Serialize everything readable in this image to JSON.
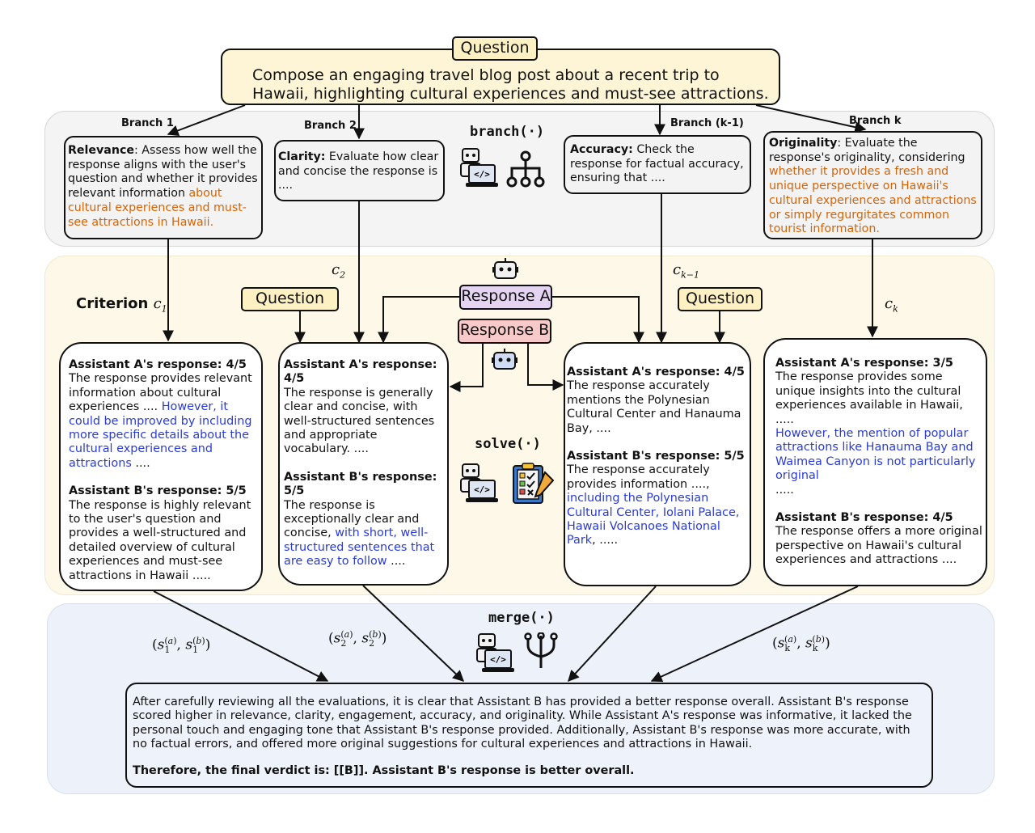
{
  "question_tag": "Question",
  "question": "Compose an engaging travel blog post about a recent trip to Hawaii, highlighting cultural experiences and must-see attractions.",
  "branch": {
    "function_label": "branch(·)",
    "labels": [
      "Branch 1",
      "Branch 2",
      "Branch (k-1)",
      "Branch k"
    ],
    "criteria": [
      {
        "name": "Relevance",
        "text": ": Assess how well the response aligns with the user's question and whether it provides relevant information ",
        "highlight": "about cultural experiences and must-see attractions in Hawaii."
      },
      {
        "name": "Clarity:",
        "text": " Evaluate how clear and concise the response is ....",
        "highlight": ""
      },
      {
        "name": "Accuracy:",
        "text": " Check the response for factual accuracy, ensuring that ....",
        "highlight": ""
      },
      {
        "name": "Originality",
        "text": ": Evaluate the response's originality, considering ",
        "highlight": "whether it provides a fresh and unique perspective on Hawaii's cultural experiences and attractions or simply regurgitates common tourist information."
      }
    ]
  },
  "solve": {
    "function_label": "solve(·)",
    "criterion_title": "Criterion",
    "c_labels": [
      "c",
      "c",
      "c",
      "c"
    ],
    "c_subs": [
      "1",
      "2",
      "k−1",
      "k"
    ],
    "question_tag": "Question",
    "response_a": "Response A",
    "response_b": "Response B",
    "boxes": [
      {
        "a_head": "Assistant A's response: 4/5",
        "a_text": "The response provides relevant information about cultural experiences .... ",
        "a_hl": "However, it could be improved by including more specific details about the cultural experiences and attractions",
        "a_tail": " ....",
        "b_head": "Assistant B's response: 5/5",
        "b_text": "The response is highly relevant to the user's question and provides a well-structured and detailed overview of cultural experiences and must-see attractions in Hawaii .....",
        "b_hl": "",
        "b_tail": ""
      },
      {
        "a_head": "Assistant A's response: 4/5",
        "a_text": "The response is generally clear and concise, with well-structured sentences and appropriate vocabulary. ....",
        "a_hl": "",
        "a_tail": "",
        "b_head": "Assistant B's response: 5/5",
        "b_text": "The response is exceptionally clear and concise, ",
        "b_hl": "with short, well-structured sentences that are easy to follow",
        "b_tail": " ...."
      },
      {
        "a_head": "Assistant A's response: 4/5",
        "a_text": "The response accurately mentions the Polynesian Cultural Center and Hanauma Bay, ....",
        "a_hl": "",
        "a_tail": "",
        "b_head": "Assistant B's response: 5/5",
        "b_text": "The response accurately provides information ...., ",
        "b_hl": "including the Polynesian Cultural Center, Iolani Palace, Hawaii Volcanoes National Park",
        "b_tail": ", ....."
      },
      {
        "a_head": "Assistant A's response: 3/5",
        "a_text": "The response provides some unique insights into the cultural experiences available in Hawaii, .....",
        "a_hl": "However, the mention of popular attractions like Hanauma Bay and Waimea Canyon is not particularly original",
        "a_tail": ".....",
        "b_head": "Assistant B's response: 4/5",
        "b_text": "The response offers a more original perspective on Hawaii's cultural experiences and attractions ....",
        "b_hl": "",
        "b_tail": ""
      }
    ]
  },
  "merge": {
    "function_label": "merge(·)",
    "score_subs": [
      "1",
      "2",
      "k"
    ],
    "final_text": "After carefully reviewing all the evaluations, it is clear that Assistant B has provided a better response overall. Assistant B's response scored higher in relevance, clarity, engagement, accuracy, and originality. While Assistant A's response was informative, it lacked the personal touch and engaging tone that Assistant B's response provided. Additionally, Assistant B's response was more accurate, with no factual errors, and offered more original suggestions for cultural experiences and attractions in Hawaii.",
    "verdict": "Therefore, the final verdict is: [[B]]. Assistant B's response is better overall."
  },
  "colors": {
    "orange": "#d4650a",
    "blue": "#2a3bd6",
    "question_fill": "#fdf5d5",
    "response_a_fill": "#e4d4f1",
    "response_b_fill": "#f8c9c9"
  }
}
